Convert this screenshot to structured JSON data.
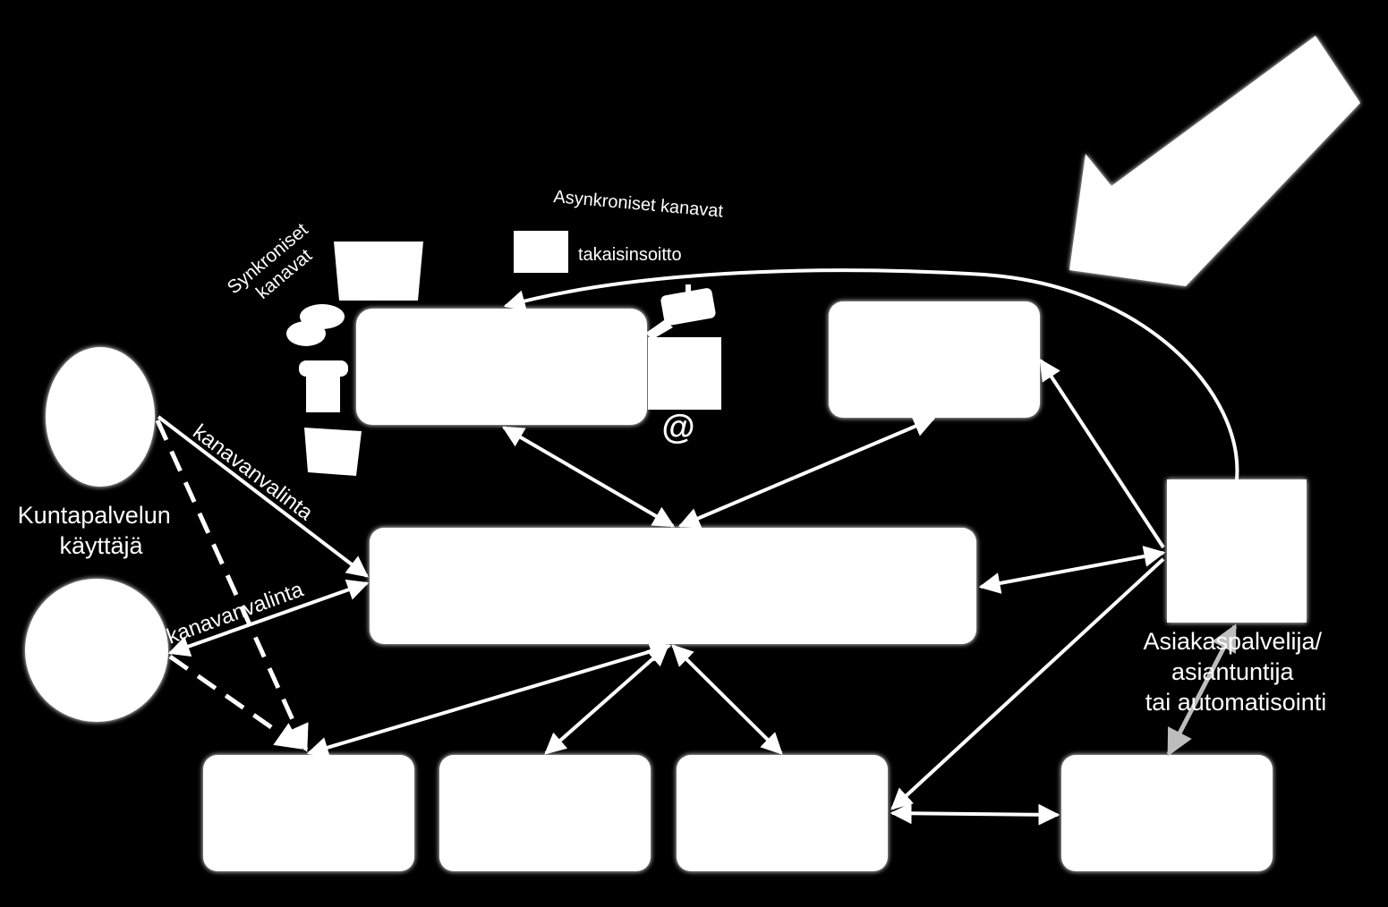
{
  "labels": {
    "user1": [
      "Kuntapalvelun",
      "käyttäjä"
    ],
    "channel_choice_upper": "kanavanvalinta",
    "channel_choice_lower": "kanavanvalinta",
    "sync_channels": [
      "Synkroniset",
      "kanavat"
    ],
    "async_channels": "Asynkroniset kanavat",
    "callback": "takaisinsoitto",
    "email_symbol": "@",
    "agent": [
      "Asiakaspalvelija/",
      "asiantuntija",
      "tai automatisointi"
    ]
  },
  "colors": {
    "background": "#000000",
    "foreground": "#ffffff",
    "secondary_arrow": "#bdbdbd"
  }
}
